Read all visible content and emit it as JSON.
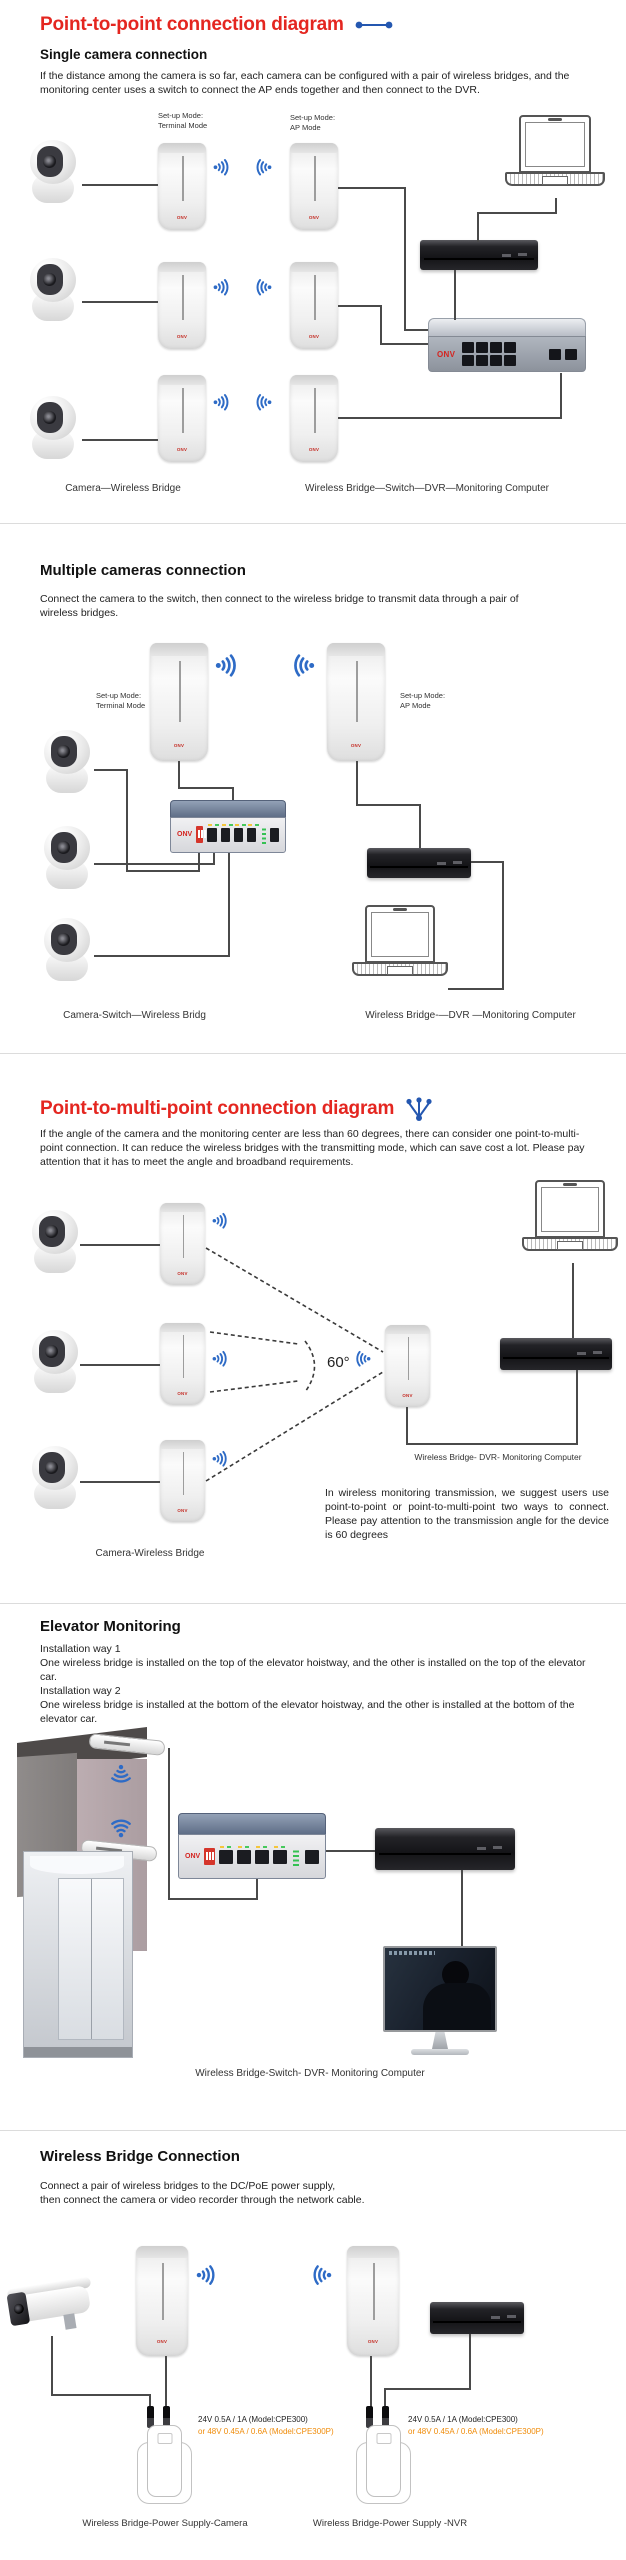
{
  "brand": "ONV",
  "colors": {
    "heading_red": "#e42620",
    "wifi_blue": "#2e6bc6",
    "spec_orange": "#f08c0a"
  },
  "sections": {
    "p2p": {
      "title": "Point-to-point connection diagram",
      "sub": "Single camera connection",
      "body": "If the distance among the camera is so far, each camera can be configured with a pair of wireless bridges, and the monitoring center uses a switch to connect the AP ends together and then connect to the DVR.",
      "mode_label": "Set-up Mode:",
      "terminal_mode": "Terminal Mode",
      "ap_mode": "AP Mode",
      "caption_left": "Camera—Wireless Bridge",
      "caption_right": "Wireless Bridge—Switch—DVR—Monitoring Computer"
    },
    "multi": {
      "title": "Multiple cameras connection",
      "body": "Connect the camera to the switch, then connect to the wireless bridge to transmit data through a pair of wireless bridges.",
      "mode_label": "Set-up Mode:",
      "terminal_mode": "Terminal Mode",
      "ap_mode": "AP Mode",
      "caption_left": "Camera-Switch—Wireless Bridg",
      "caption_right": "Wireless Bridge-—DVR —Monitoring Computer"
    },
    "p2mp": {
      "title": "Point-to-multi-point connection diagram",
      "body": "If the angle of the camera and the monitoring center are less than 60 degrees, there can consider one point-to-multi-point connection. It can reduce the wireless bridges with the transmitting mode, which can save cost a lot. Please pay attention that it has to meet the angle and broadband requirements.",
      "angle": "60°",
      "caption_right": "Wireless Bridge- DVR- Monitoring Computer",
      "note": "In wireless monitoring transmission, we suggest users use point-to-point or point-to-multi-point two ways to connect.  Please pay attention to the transmission angle for the device is 60 degrees",
      "caption_left": "Camera-Wireless Bridge"
    },
    "elevator": {
      "title": "Elevator Monitoring",
      "way1_title": "Installation way 1",
      "way1_body": "One wireless bridge is installed on the top of the elevator hoistway, and the other is installed on the top of the elevator car.",
      "way2_title": "Installation way 2",
      "way2_body": "One wireless bridge is installed at the bottom of the elevator hoistway, and the other is installed at the bottom of the elevator car.",
      "caption": "Wireless Bridge-Switch- DVR- Monitoring Computer"
    },
    "power": {
      "title": "Wireless Bridge Connection",
      "body1": "Connect a pair of wireless bridges to the DC/PoE power supply,",
      "body2": "then connect the camera or video recorder through the network cable.",
      "spec_black": "24V 0.5A / 1A (Model:CPE300)",
      "spec_orange": "or 48V 0.45A / 0.6A (Model:CPE300P)",
      "caption_left": "Wireless Bridge-Power Supply-Camera",
      "caption_right": "Wireless Bridge-Power Supply -NVR"
    }
  }
}
